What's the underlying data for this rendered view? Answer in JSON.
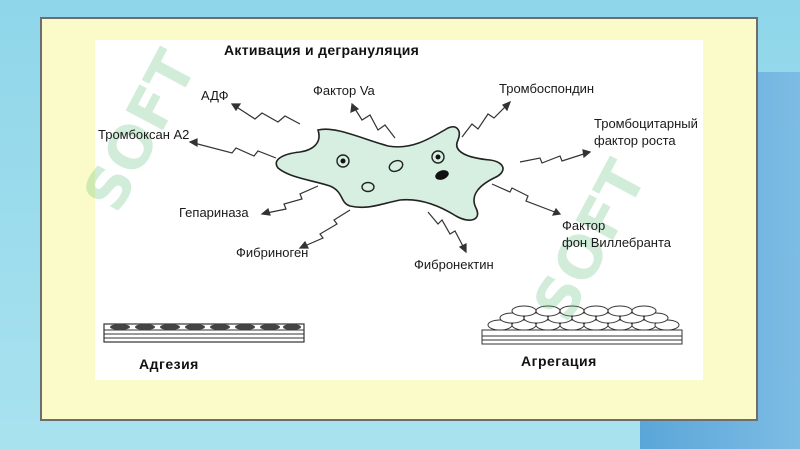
{
  "diagram": {
    "title": "Активация и дегрануляция",
    "labels": {
      "adf": "АДФ",
      "factor_va": "Фактор Va",
      "thrombospondin": "Тромбоспондин",
      "thromboxane": "Тромбоксан А2",
      "growth_factor_1": "Тромбоцитарный",
      "growth_factor_2": "фактор роста",
      "heparinase": "Гепариназа",
      "vwf_1": "Фактор",
      "vwf_2": "фон Виллебранта",
      "fibrinogen": "Фибриноген",
      "fibronectin": "Фибронектин"
    },
    "adhesion": "Адгезия",
    "aggregation": "Агрегация"
  },
  "watermark": {
    "left": "SOFT",
    "right": "SOFT"
  },
  "colors": {
    "cell_fill": "#d6efe0",
    "slide_bg": "#fbfbc9",
    "watermark": "#5ab978"
  }
}
